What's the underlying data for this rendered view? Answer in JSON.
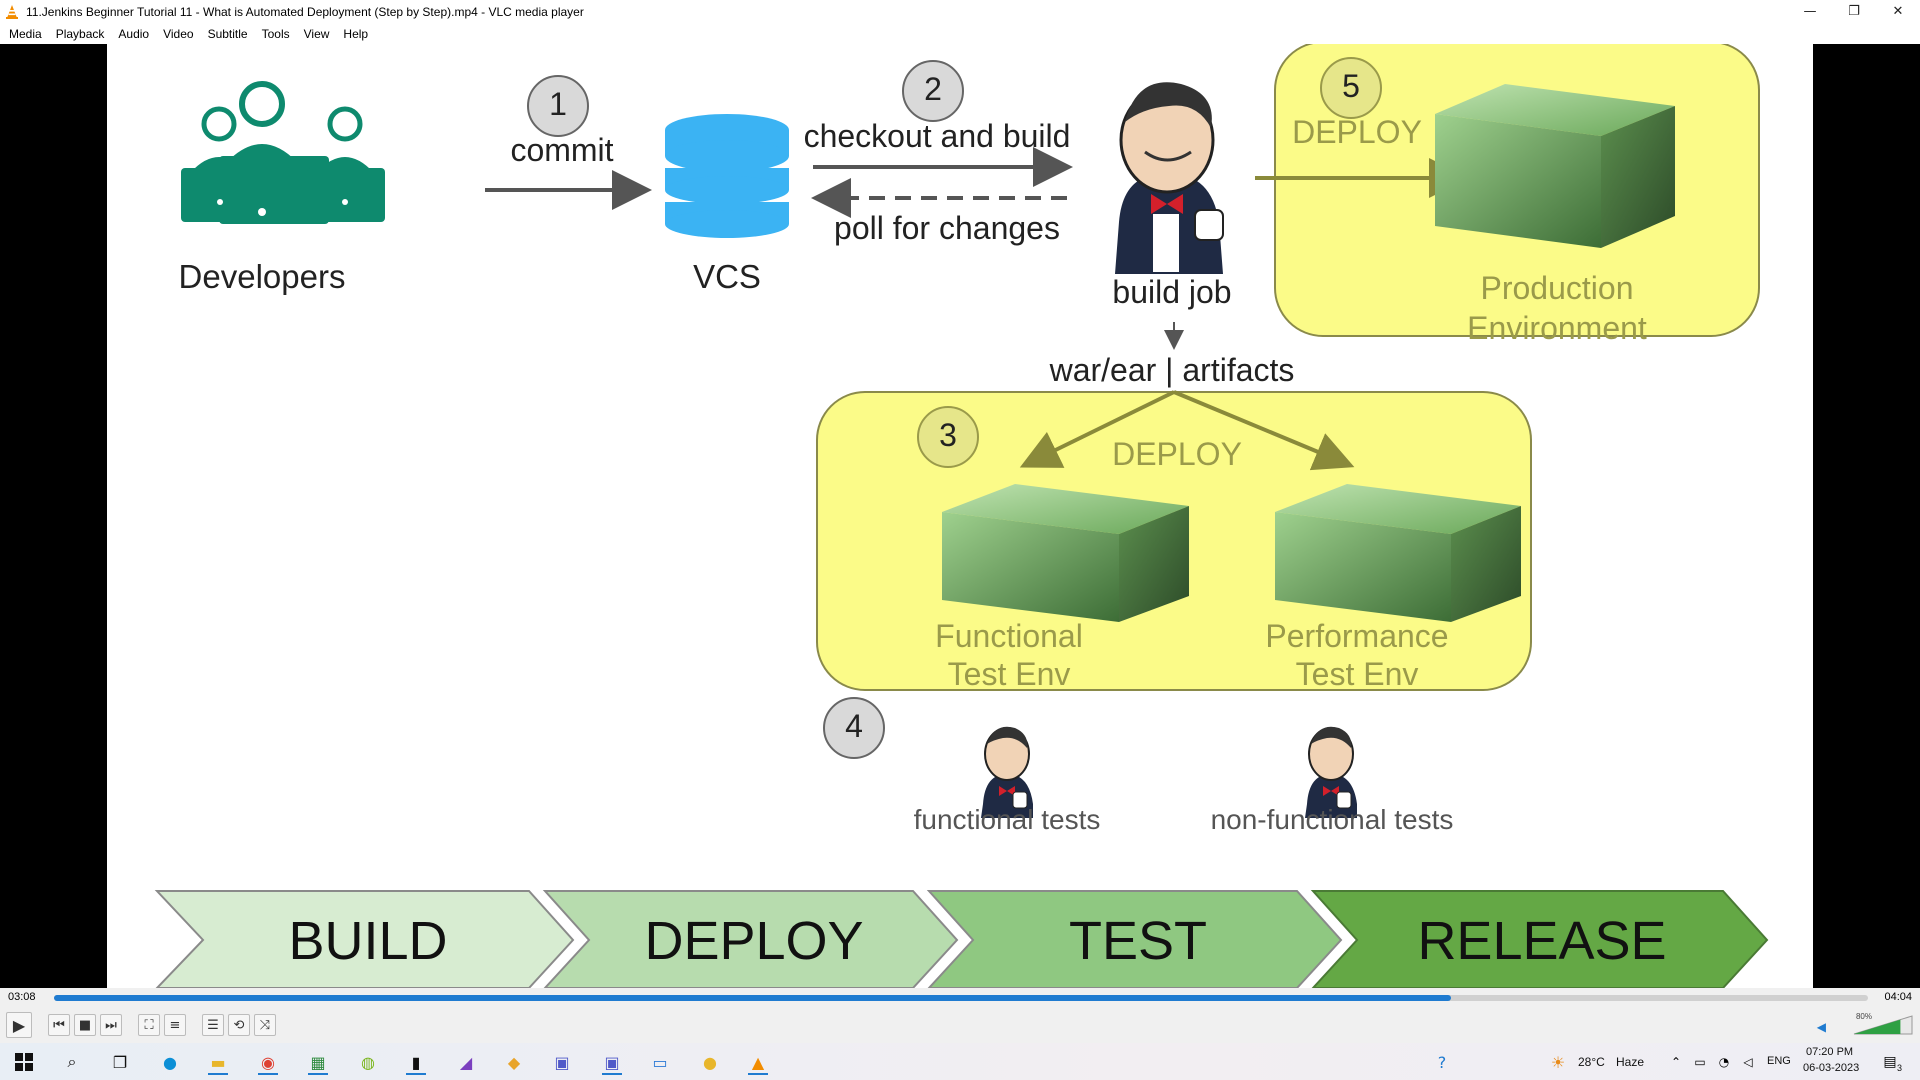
{
  "window": {
    "title": "11.Jenkins Beginner Tutorial 11 - What is Automated Deployment (Step by Step).mp4 - VLC media player",
    "minimize": "—",
    "restore": "❐",
    "close": "✕"
  },
  "menu": [
    "Media",
    "Playback",
    "Audio",
    "Video",
    "Subtitle",
    "Tools",
    "View",
    "Help"
  ],
  "slide": {
    "step1": "1",
    "step2": "2",
    "step3": "3",
    "step4": "4",
    "step5": "5",
    "commit": "commit",
    "checkout": "checkout and build",
    "poll": "poll for changes",
    "developers": "Developers",
    "vcs": "VCS",
    "build_job": "build job",
    "artifacts": "war/ear | artifacts",
    "deploy_top": "DEPLOY",
    "deploy_mid": "DEPLOY",
    "production_line1": "Production",
    "production_line2": "Environment",
    "functional_line1": "Functional",
    "functional_line2": "Test Env",
    "performance_line1": "Performance",
    "performance_line2": "Test Env",
    "functional_tests": "functional tests",
    "nonfunctional_tests": "non-functional tests",
    "pipeline": [
      "BUILD",
      "DEPLOY",
      "TEST",
      "RELEASE"
    ],
    "colors": {
      "developers": "#0e8a6e",
      "vcs": "#3bb3f3",
      "env_box": "#fbfb88",
      "env_border": "#8a8a4a",
      "step_circle": "#d9d9d9",
      "step_circle_yellow": "#e6e68a",
      "chevron": [
        "#d7ecd1",
        "#b7dcae",
        "#8fc881",
        "#64a845"
      ]
    }
  },
  "player": {
    "elapsed": "03:08",
    "total": "04:04",
    "progress": 0.77,
    "volume": "80%",
    "volume_level": 0.8
  },
  "taskbar": {
    "weather_temp": "28°C",
    "weather_desc": "Haze",
    "language": "ENG",
    "time": "07:20 PM",
    "date": "06-03-2023",
    "notification_count": "3"
  }
}
